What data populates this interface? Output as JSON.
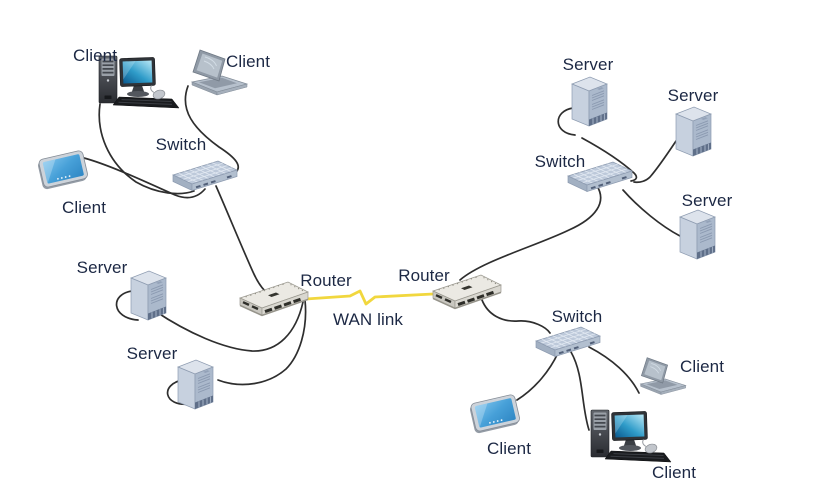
{
  "diagram": {
    "type": "network-topology",
    "background": "#ffffff",
    "colors": {
      "label": "#1c2844",
      "cable": "#2e2e2e",
      "wan_link": "#f1d73e"
    },
    "left_lan": {
      "clients": [
        {
          "label": "Client",
          "device": "desktop-pc"
        },
        {
          "label": "Client",
          "device": "laptop"
        },
        {
          "label": "Client",
          "device": "tablet"
        }
      ],
      "switch": {
        "label": "Switch",
        "device": "switch"
      },
      "servers": [
        {
          "label": "Server",
          "device": "server-tower"
        },
        {
          "label": "Server",
          "device": "server-tower"
        }
      ],
      "router": {
        "label": "Router",
        "device": "router"
      }
    },
    "wan": {
      "label": "WAN link",
      "style": "yellow-zigzag-line"
    },
    "right_lan": {
      "router": {
        "label": "Router",
        "device": "router"
      },
      "switch_top": {
        "label": "Switch",
        "device": "switch"
      },
      "servers": [
        {
          "label": "Server",
          "device": "server-tower"
        },
        {
          "label": "Server",
          "device": "server-tower"
        },
        {
          "label": "Server",
          "device": "server-tower"
        }
      ],
      "switch_bottom": {
        "label": "Switch",
        "device": "switch"
      },
      "clients": [
        {
          "label": "Client",
          "device": "laptop"
        },
        {
          "label": "Client",
          "device": "tablet"
        },
        {
          "label": "Client",
          "device": "desktop-pc"
        }
      ]
    },
    "connections": [
      {
        "from": "client-desktop-left",
        "to": "switch-left"
      },
      {
        "from": "client-laptop-left",
        "to": "switch-left"
      },
      {
        "from": "client-tablet-left",
        "to": "switch-left"
      },
      {
        "from": "switch-left",
        "to": "router-left"
      },
      {
        "from": "server-left-1",
        "to": "router-left"
      },
      {
        "from": "server-left-2",
        "to": "router-left"
      },
      {
        "from": "router-left",
        "to": "router-right",
        "via": "WAN link"
      },
      {
        "from": "server-right-top",
        "to": "switch-right-top"
      },
      {
        "from": "server-right-mid",
        "to": "switch-right-top"
      },
      {
        "from": "server-right-bottom",
        "to": "switch-right-top"
      },
      {
        "from": "switch-right-top",
        "to": "router-right"
      },
      {
        "from": "router-right",
        "to": "switch-right-bottom"
      },
      {
        "from": "switch-right-bottom",
        "to": "client-laptop-right"
      },
      {
        "from": "switch-right-bottom",
        "to": "client-tablet-right"
      },
      {
        "from": "switch-right-bottom",
        "to": "client-desktop-right"
      }
    ]
  }
}
